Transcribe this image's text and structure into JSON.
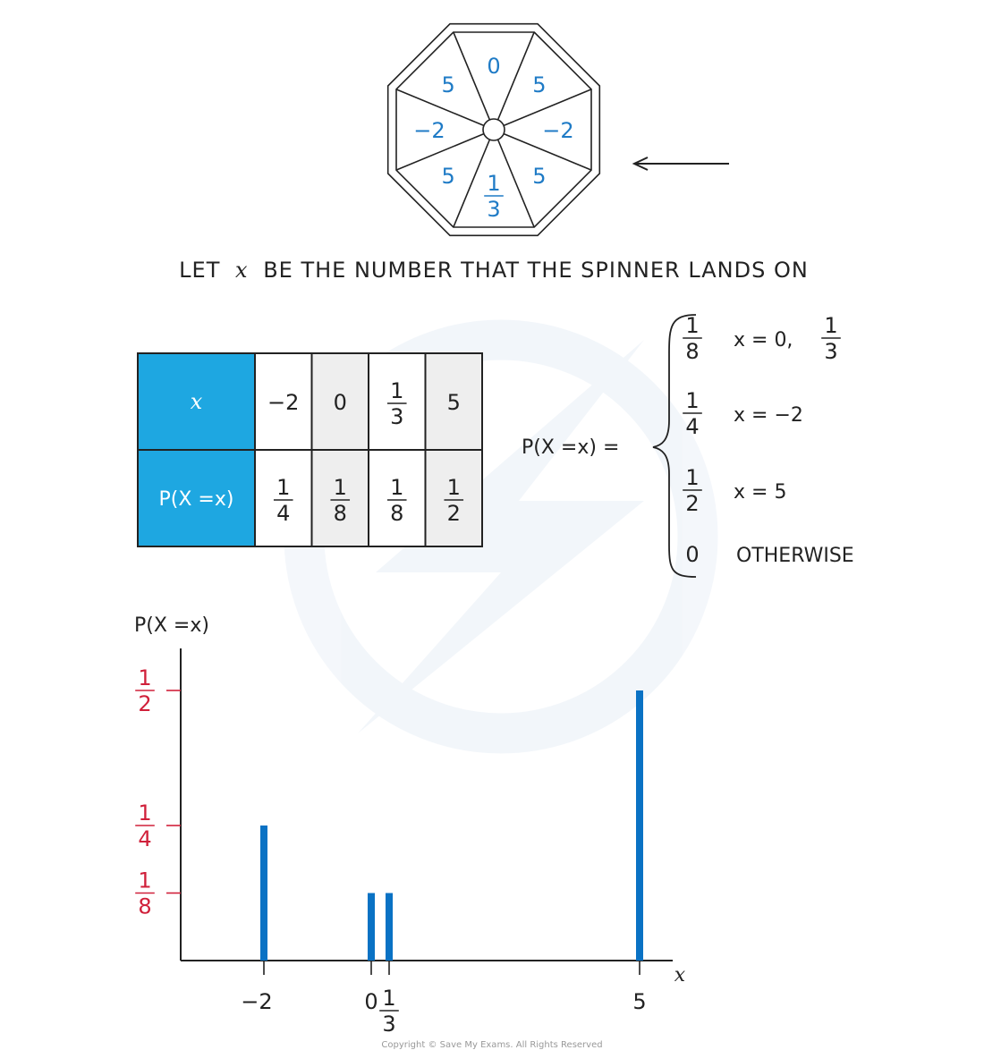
{
  "spinner": {
    "sectors": [
      {
        "label": "0",
        "frac": false
      },
      {
        "label": "5",
        "frac": false
      },
      {
        "label": "−2",
        "frac": false
      },
      {
        "label": "5",
        "frac": false
      },
      {
        "label": "",
        "frac": true,
        "num": "1",
        "den": "3"
      },
      {
        "label": "5",
        "frac": false
      },
      {
        "label": "−2",
        "frac": false
      },
      {
        "label": "5",
        "frac": false
      }
    ]
  },
  "caption": {
    "before": "LET",
    "var": "x",
    "after": "BE THE NUMBER THAT THE SPINNER LANDS ON"
  },
  "table": {
    "header_x": "x",
    "header_p": "P(X =x)",
    "x_values": [
      {
        "text": "−2"
      },
      {
        "text": "0"
      },
      {
        "num": "1",
        "den": "3"
      },
      {
        "text": "5"
      }
    ],
    "p_values": [
      {
        "num": "1",
        "den": "4"
      },
      {
        "num": "1",
        "den": "8"
      },
      {
        "num": "1",
        "den": "8"
      },
      {
        "num": "1",
        "den": "2"
      }
    ],
    "colors": {
      "header_bg": "#1ea7e1",
      "shade": "#eeeeee",
      "border": "#222222"
    }
  },
  "piecewise": {
    "lhs": "P(X =x)  =",
    "cases": [
      {
        "num": "1",
        "den": "8",
        "cond": "x  = 0,",
        "cond_frac": {
          "num": "1",
          "den": "3"
        }
      },
      {
        "num": "1",
        "den": "4",
        "cond": "x  = −2"
      },
      {
        "num": "1",
        "den": "2",
        "cond": "x  = 5"
      },
      {
        "value": "0",
        "cond": "OTHERWISE"
      }
    ]
  },
  "chart_data": {
    "type": "bar",
    "ylabel": "P(X =x)",
    "xlabel": "x",
    "categories": [
      "−2",
      "0",
      "1/3",
      "5"
    ],
    "x": [
      -2,
      0,
      0.3333,
      5
    ],
    "values": [
      0.25,
      0.125,
      0.125,
      0.5
    ],
    "y_ticks": [
      {
        "value": 0.5,
        "num": "1",
        "den": "2"
      },
      {
        "value": 0.25,
        "num": "1",
        "den": "4"
      },
      {
        "value": 0.125,
        "num": "1",
        "den": "8"
      }
    ],
    "x_ticks": [
      {
        "value": -2,
        "text": "−2"
      },
      {
        "value": 0,
        "text": "0"
      },
      {
        "value": 0.3333,
        "num": "1",
        "den": "3"
      },
      {
        "value": 5,
        "text": "5"
      }
    ],
    "bar_color": "#0a72c4",
    "tick_label_color": "#d0203a"
  },
  "footer": "Copyright © Save My Exams. All Rights Reserved"
}
